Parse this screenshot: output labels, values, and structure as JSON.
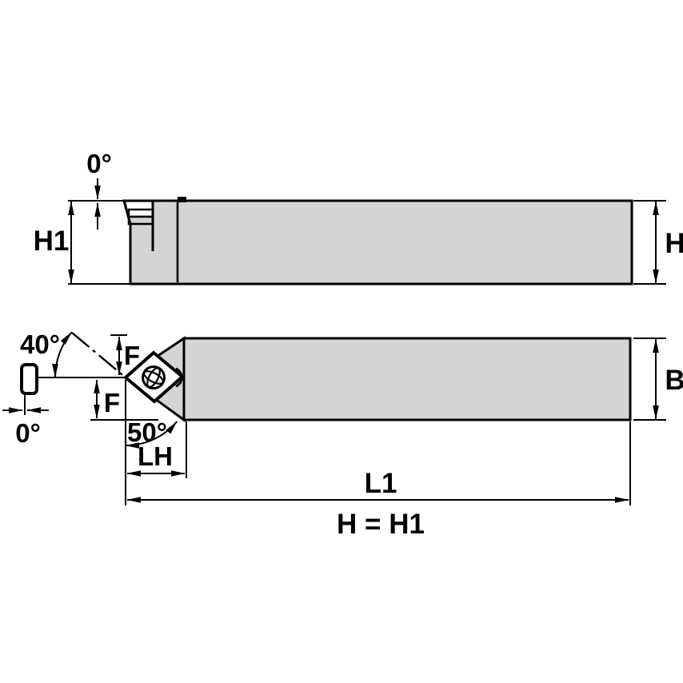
{
  "colors": {
    "background": "#ffffff",
    "body_fill": "#d4d4d4",
    "line": "#000000"
  },
  "side_view": {
    "rake_angle_label": "0°",
    "height_left_label": "H1",
    "height_right_label": "H"
  },
  "plan_view": {
    "lead_angle_label": "40°",
    "included_angle_label": "50°",
    "offset_angle_label": "0°",
    "nose_height_upper_label": "F",
    "nose_height_lower_label": "F",
    "head_length_label": "LH",
    "overall_length_label": "L1",
    "shank_width_label": "B"
  },
  "footer": {
    "equation_label": "H = H1"
  }
}
